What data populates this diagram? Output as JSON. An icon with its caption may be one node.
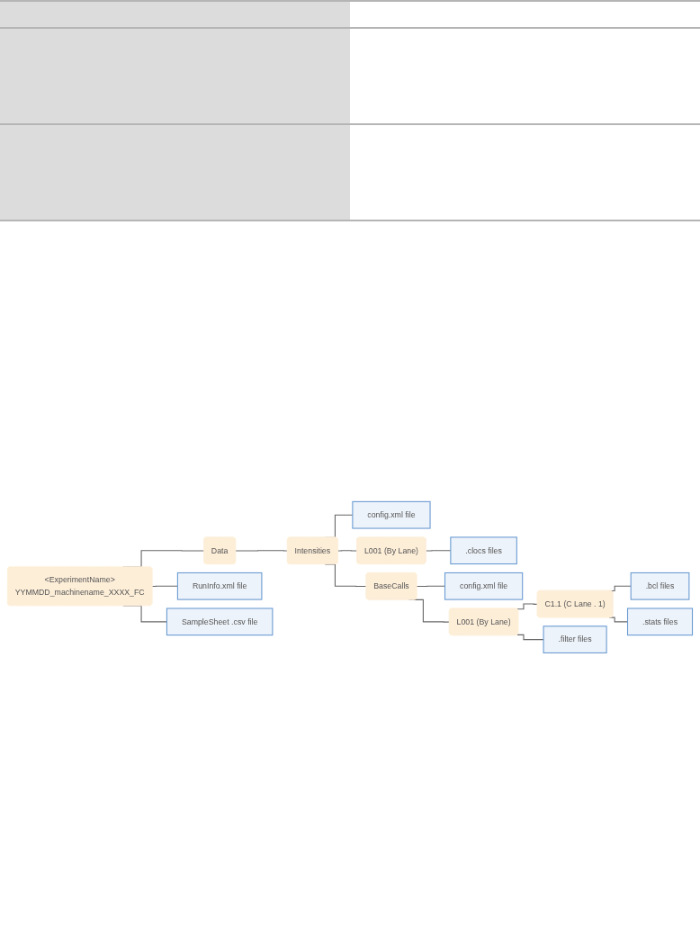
{
  "diagram": {
    "nodes": [
      {
        "text": [
          "<ExperimentName>",
          "YYMMDD_machinename_XXXX_FC"
        ]
      },
      {
        "text": [
          "Data"
        ]
      },
      {
        "text": [
          "Intensities"
        ]
      },
      {
        "text": [
          "config.xml file"
        ]
      },
      {
        "text": [
          "L001 (By Lane)"
        ]
      },
      {
        "text": [
          ".clocs files"
        ]
      },
      {
        "text": [
          "BaseCalls"
        ]
      },
      {
        "text": [
          "config.xml file"
        ]
      },
      {
        "text": [
          "L001 (By Lane)"
        ]
      },
      {
        "text": [
          "C1.1 (C Lane . 1)"
        ]
      },
      {
        "text": [
          ".bcl files"
        ]
      },
      {
        "text": [
          ".stats files"
        ]
      },
      {
        "text": [
          ".filter files"
        ]
      },
      {
        "text": [
          "RunInfo.xml file"
        ]
      },
      {
        "text": [
          "SampleSheet .csv file"
        ]
      }
    ],
    "edges": [
      {
        "from": 0,
        "to": 1,
        "arrow": "none"
      },
      {
        "from": 1,
        "to": 2,
        "arrow": "none"
      },
      {
        "from": 2,
        "to": 3,
        "arrow": "none"
      },
      {
        "from": 2,
        "to": 4,
        "arrow": "none"
      },
      {
        "from": 4,
        "to": 5,
        "arrow": "none"
      },
      {
        "from": 2,
        "to": 6,
        "arrow": "none"
      },
      {
        "from": 6,
        "to": 7,
        "arrow": "none"
      },
      {
        "from": 6,
        "to": 8,
        "arrow": "none"
      },
      {
        "from": 8,
        "to": 9,
        "arrow": "none"
      },
      {
        "from": 9,
        "to": 10,
        "arrow": "none"
      },
      {
        "from": 9,
        "to": 11,
        "arrow": "none"
      },
      {
        "from": 8,
        "to": 12,
        "arrow": "none"
      },
      {
        "from": 0,
        "to": 13,
        "arrow": "none"
      },
      {
        "from": 0,
        "to": 14,
        "arrow": "none"
      }
    ]
  }
}
